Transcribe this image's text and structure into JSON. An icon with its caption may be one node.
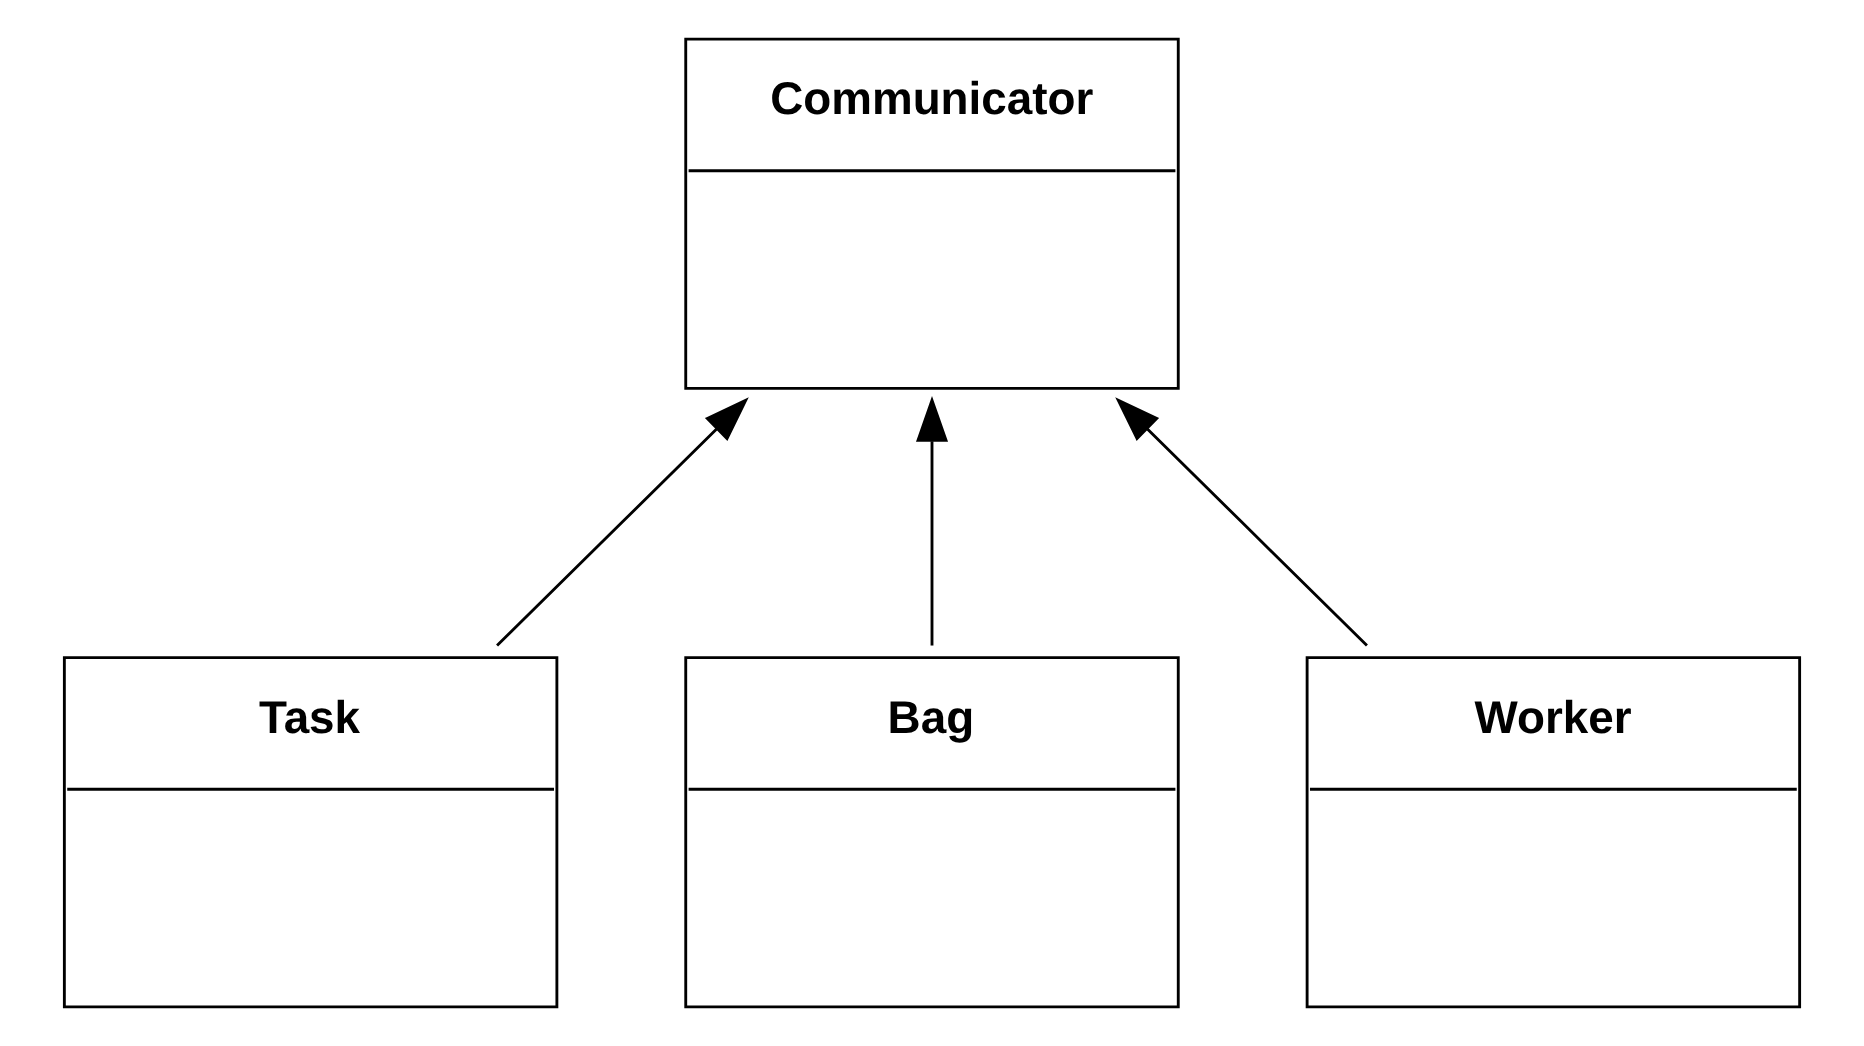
{
  "diagram": {
    "nodes": [
      {
        "text": [
          "Communicator"
        ]
      },
      {
        "text": [
          "Task"
        ]
      },
      {
        "text": [
          "Bag"
        ]
      },
      {
        "text": [
          "Worker"
        ]
      }
    ],
    "edges": [
      {
        "from": 1,
        "to": 0,
        "arrow": "to"
      },
      {
        "from": 2,
        "to": 0,
        "arrow": "to"
      },
      {
        "from": 3,
        "to": 0,
        "arrow": "to"
      }
    ]
  }
}
